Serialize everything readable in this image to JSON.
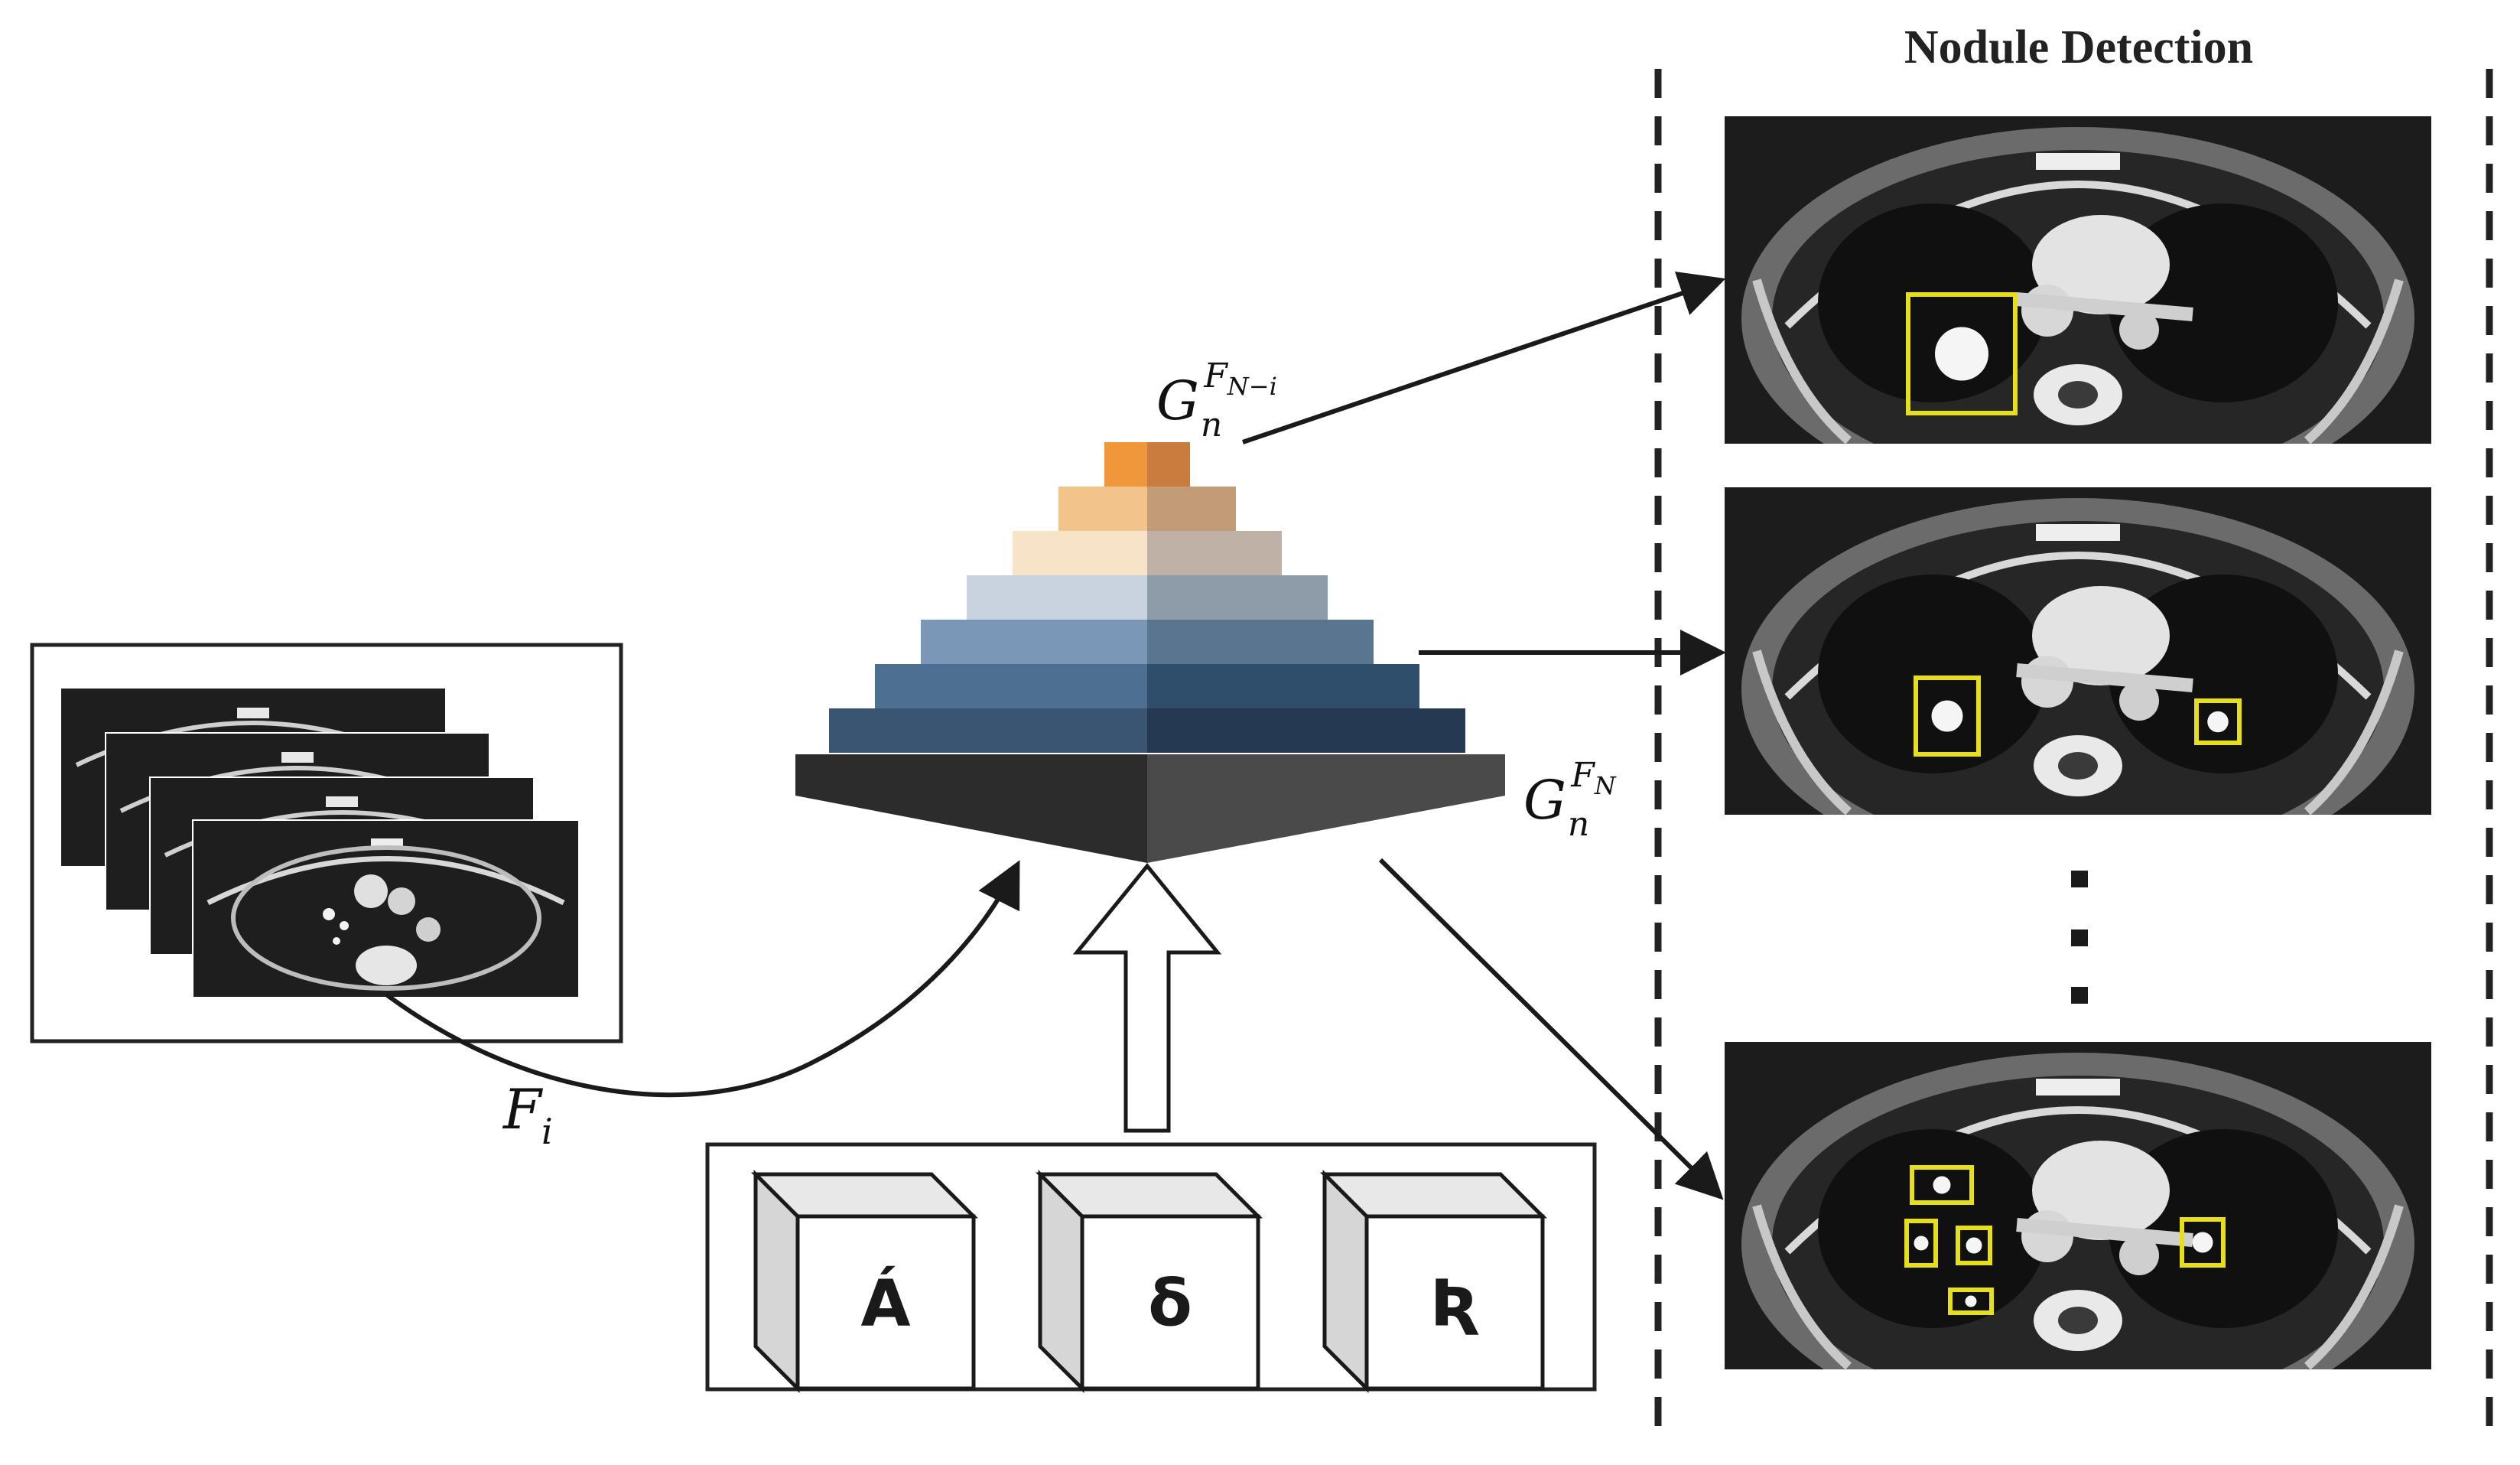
{
  "header": {
    "title": "Nodule Detection"
  },
  "labels": {
    "input_frames": "F",
    "input_frames_sub": "i",
    "pyramid_top": "G",
    "pyramid_top_sub": "n",
    "pyramid_top_sup": "F",
    "pyramid_top_sup_sub": "N−i",
    "pyramid_bottom": "G",
    "pyramid_bottom_sub": "n",
    "pyramid_bottom_sup": "F",
    "pyramid_bottom_sup_sub": "N"
  },
  "modules": [
    {
      "symbol": "Á"
    },
    {
      "symbol": "δ"
    },
    {
      "symbol": "Ʀ"
    }
  ],
  "ellipsis": "⋮",
  "colors": {
    "ct_background": "#1c1c1c",
    "detection_box": "#e6df1a",
    "pyramid_left": [
      "#f0973c",
      "#f2c48c",
      "#f6e3c8",
      "#c9d3df",
      "#7b97b8",
      "#4d7092",
      "#3a5572",
      "#2c2c2c"
    ],
    "pyramid_right": [
      "#c97c3d",
      "#c29b77",
      "#bfb1a6",
      "#8e9ba8",
      "#5a7590",
      "#2f4e6c",
      "#253a52",
      "#4a4a4a"
    ]
  },
  "icons": [
    "ct-scan-image",
    "pyramid",
    "hollow-up-arrow",
    "cube-icon",
    "arrow-icon"
  ]
}
